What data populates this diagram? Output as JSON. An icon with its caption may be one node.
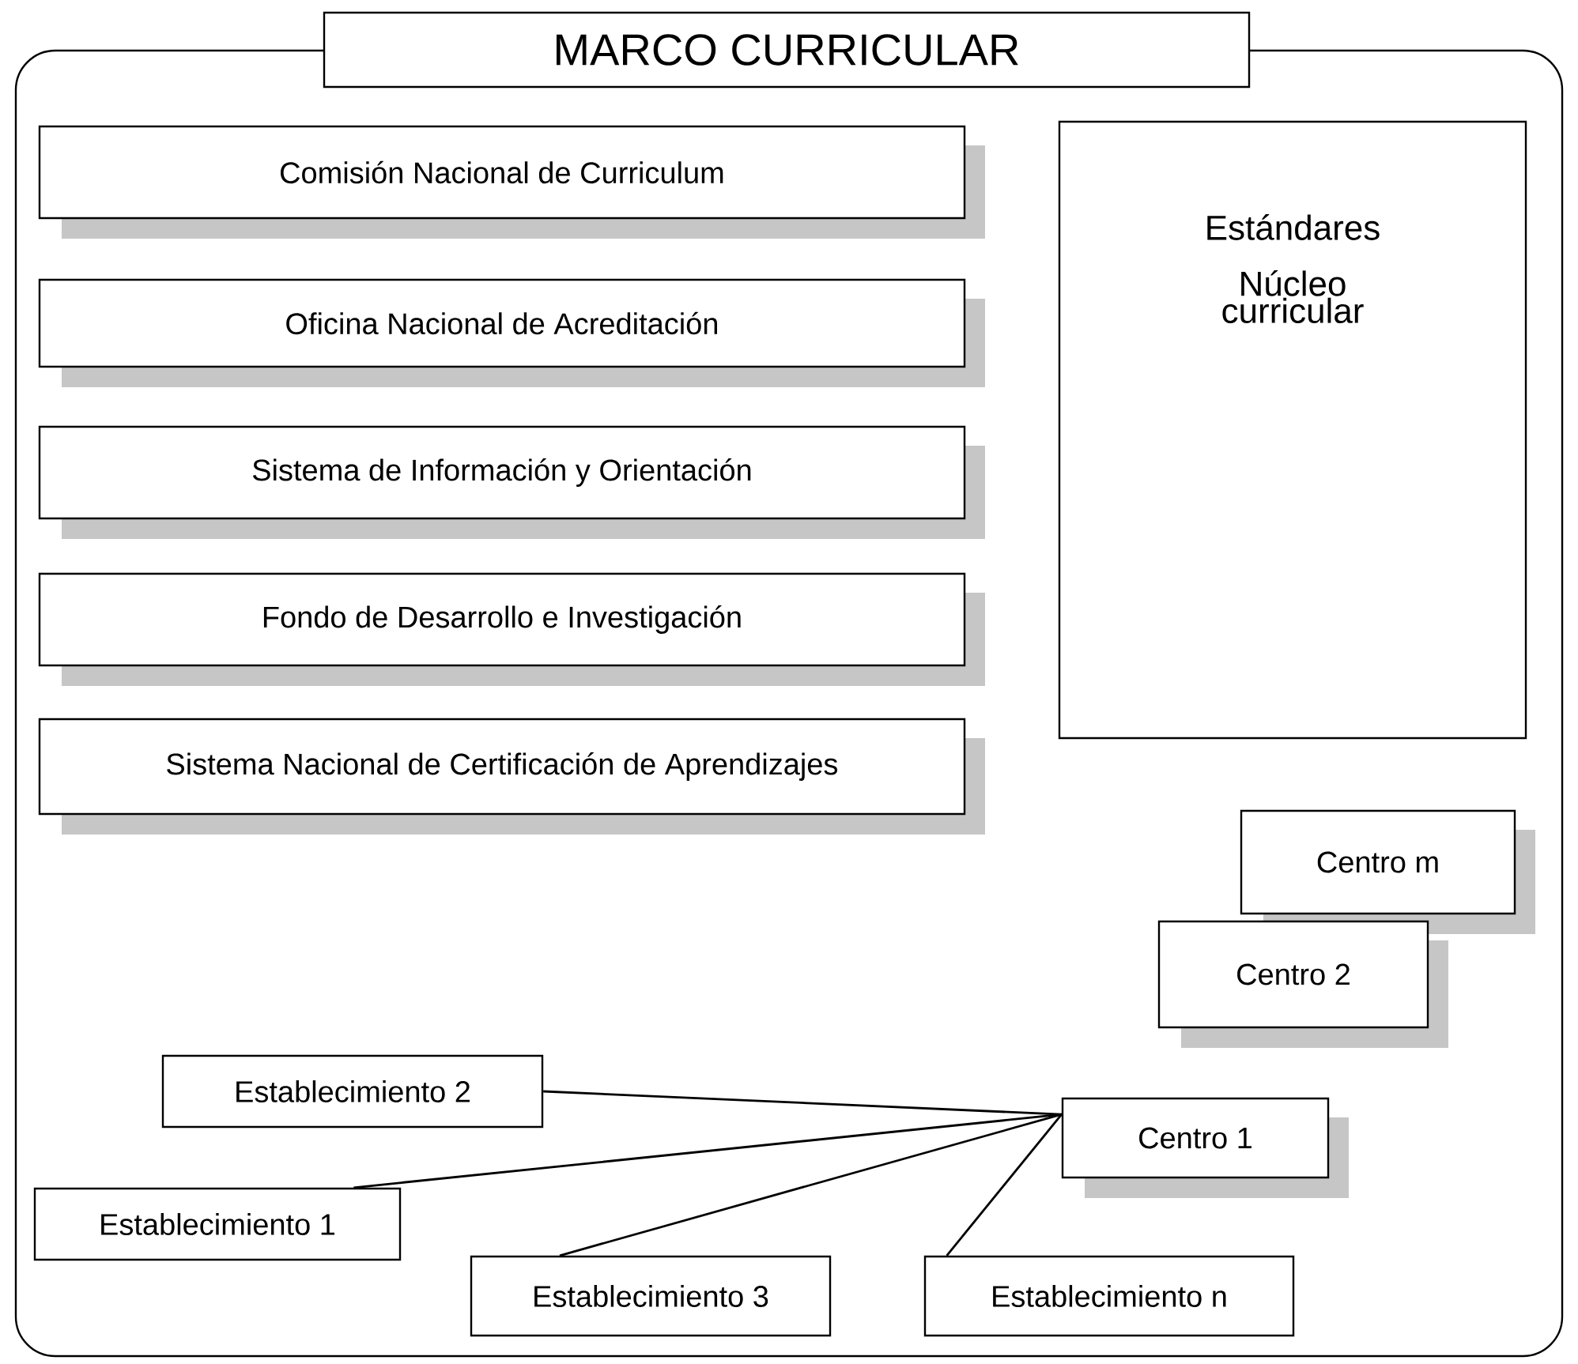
{
  "diagram": {
    "nodes": [
      {
        "text": [
          "MARCO CURRICULAR"
        ]
      },
      {
        "text": [
          "Comisión Nacional de Curriculum"
        ],
        "in": 0
      },
      {
        "text": [
          "Oficina Nacional de Acreditación"
        ],
        "in": 0
      },
      {
        "text": [
          "Sistema de Información y Orientación"
        ],
        "in": 0
      },
      {
        "text": [
          "Fondo de Desarrollo e Investigación"
        ],
        "in": 0
      },
      {
        "text": [
          "Sistema Nacional de Certificación de Aprendizajes"
        ],
        "in": 0
      },
      {
        "text": [
          "Estándares",
          "Núcleo curricular"
        ],
        "in": 0
      },
      {
        "text": [
          "Centro m"
        ],
        "in": 0
      },
      {
        "text": [
          "Centro 2"
        ],
        "in": 0
      },
      {
        "text": [
          "Centro 1"
        ],
        "in": 0
      },
      {
        "text": [
          "Establecimiento 2"
        ],
        "in": 0
      },
      {
        "text": [
          "Establecimiento 1"
        ],
        "in": 0
      },
      {
        "text": [
          "Establecimiento 3"
        ],
        "in": 0
      },
      {
        "text": [
          "Establecimiento n"
        ],
        "in": 0
      }
    ],
    "edges": [
      {
        "from": 9,
        "to": 10,
        "arrow": "none"
      },
      {
        "from": 9,
        "to": 11,
        "arrow": "none"
      },
      {
        "from": 9,
        "to": 12,
        "arrow": "none"
      },
      {
        "from": 9,
        "to": 13,
        "arrow": "none"
      }
    ]
  }
}
